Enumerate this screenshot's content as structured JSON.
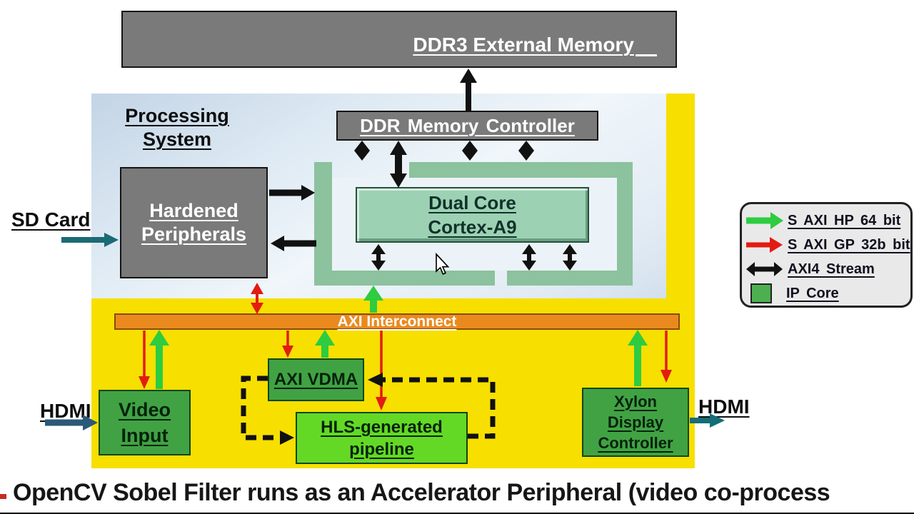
{
  "diagram": {
    "ddr3_box": {
      "label": "DDR3 External Memory"
    },
    "processing_system": {
      "line1": "Processing",
      "line2": "System"
    },
    "ddr_controller": {
      "label": "DDR Memory Controller"
    },
    "hardened_peripherals": {
      "line1": "Hardened",
      "line2": "Peripherals"
    },
    "cortex": {
      "line1": "Dual Core",
      "line2": "Cortex-A9"
    },
    "sd_card": {
      "label": "SD Card"
    },
    "axi_interconnect": {
      "label": "AXI Interconnect"
    },
    "video_input": {
      "line1": "Video",
      "line2": "Input"
    },
    "axi_vdma": {
      "label": "AXI VDMA"
    },
    "hls_pipeline": {
      "line1": "HLS-generated",
      "line2": "pipeline"
    },
    "xylon": {
      "line1": "Xylon",
      "line2": "Display",
      "line3": "Controller"
    },
    "hdmi_in": {
      "label": "HDMI"
    },
    "hdmi_out": {
      "label": "HDMI"
    }
  },
  "legend": {
    "items": [
      {
        "icon": "green-arrow-right",
        "label": "S AXI HP 64 bit"
      },
      {
        "icon": "red-arrow-right",
        "label": "S AXI GP 32b bit"
      },
      {
        "icon": "black-double-arrow",
        "label": "AXI4 Stream"
      },
      {
        "icon": "green-square",
        "label": "IP Core"
      }
    ]
  },
  "caption": {
    "text": "OpenCV Sobel Filter runs as an Accelerator Peripheral (video co-process"
  },
  "colors": {
    "pl_yellow": "#f7df00",
    "ps_blue": "#d4e1ee",
    "box_gray": "#7a7a7a",
    "frame_green": "#8cc29d",
    "cortex_green": "#9cd2b3",
    "ip_green": "#41a244",
    "hls_green": "#63d926",
    "bar_orange": "#ea8a1e",
    "arrow_green": "#2ecc40",
    "arrow_red": "#e31b12",
    "arrow_black": "#111111",
    "arrow_teal": "#1b6b74",
    "arrow_steel": "#2b5a78"
  }
}
